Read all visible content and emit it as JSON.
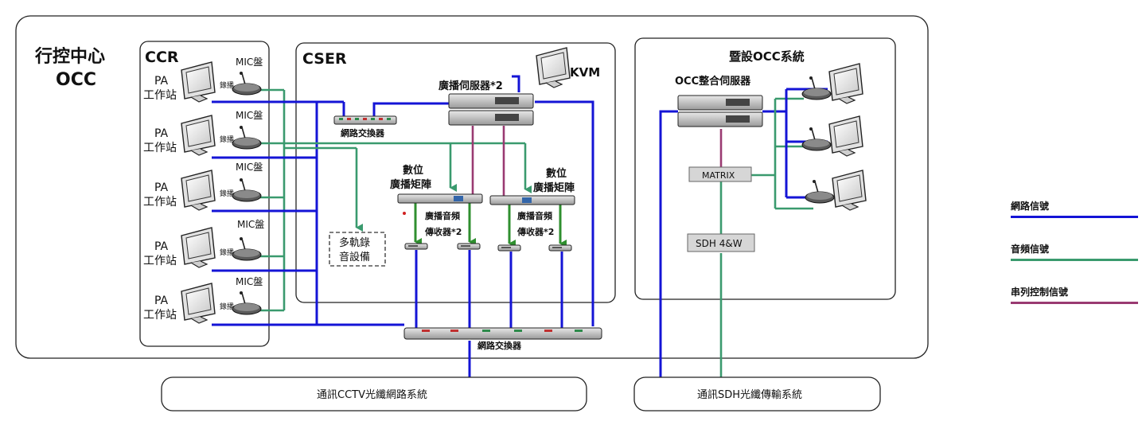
{
  "occ": {
    "title_line1": "行控中心",
    "title_line2": "OCC"
  },
  "ccr": {
    "title": "CCR",
    "workstation_label1": "PA",
    "workstation_label2": "工作站",
    "mic_label": "MIC盤",
    "record_label": "錄播",
    "workstations": [
      {
        "label1": "PA",
        "label2": "工作站",
        "mic": "MIC盤",
        "rec": "錄播"
      },
      {
        "label1": "PA",
        "label2": "工作站",
        "mic": "MIC盤",
        "rec": "錄播"
      },
      {
        "label1": "PA",
        "label2": "工作站",
        "mic": "MIC盤",
        "rec": "錄播"
      },
      {
        "label1": "PA",
        "label2": "工作站",
        "mic": "MIC盤",
        "rec": "錄播"
      },
      {
        "label1": "PA",
        "label2": "工作站",
        "mic": "MIC盤",
        "rec": "錄播"
      }
    ]
  },
  "cser": {
    "title": "CSER",
    "kvm": "KVM",
    "broadcast_server": "廣播伺服器*2",
    "network_switch": "網路交換器",
    "matrix_left_1": "數位",
    "matrix_left_2": "廣播矩陣",
    "matrix_right_1": "數位",
    "matrix_right_2": "廣播矩陣",
    "receiver_left_1": "廣播音頻",
    "receiver_left_2": "傳收器*2",
    "receiver_right_1": "廣播音頻",
    "receiver_right_2": "傳收器*2",
    "recorder_1": "多軌錄",
    "recorder_2": "音設備"
  },
  "occ_system": {
    "title": "暨設OCC系統",
    "server": "OCC整合伺服器",
    "matrix": "MATRIX",
    "sdh": "SDH 4&W"
  },
  "bottom_switch": "網路交換器",
  "bottom_systems": {
    "cctv": "通訊CCTV光纖網路系統",
    "sdh": "通訊SDH光纖傳輸系統"
  },
  "legend": [
    {
      "label": "網路信號",
      "color": "#1414d6"
    },
    {
      "label": "音頻信號",
      "color": "#3a9a6e"
    },
    {
      "label": "串列控制信號",
      "color": "#9a3a72"
    }
  ],
  "colors": {
    "network": "#1414d6",
    "audio": "#3a9a6e",
    "audio_dark": "#2f8f2f",
    "serial": "#9a3a72"
  }
}
